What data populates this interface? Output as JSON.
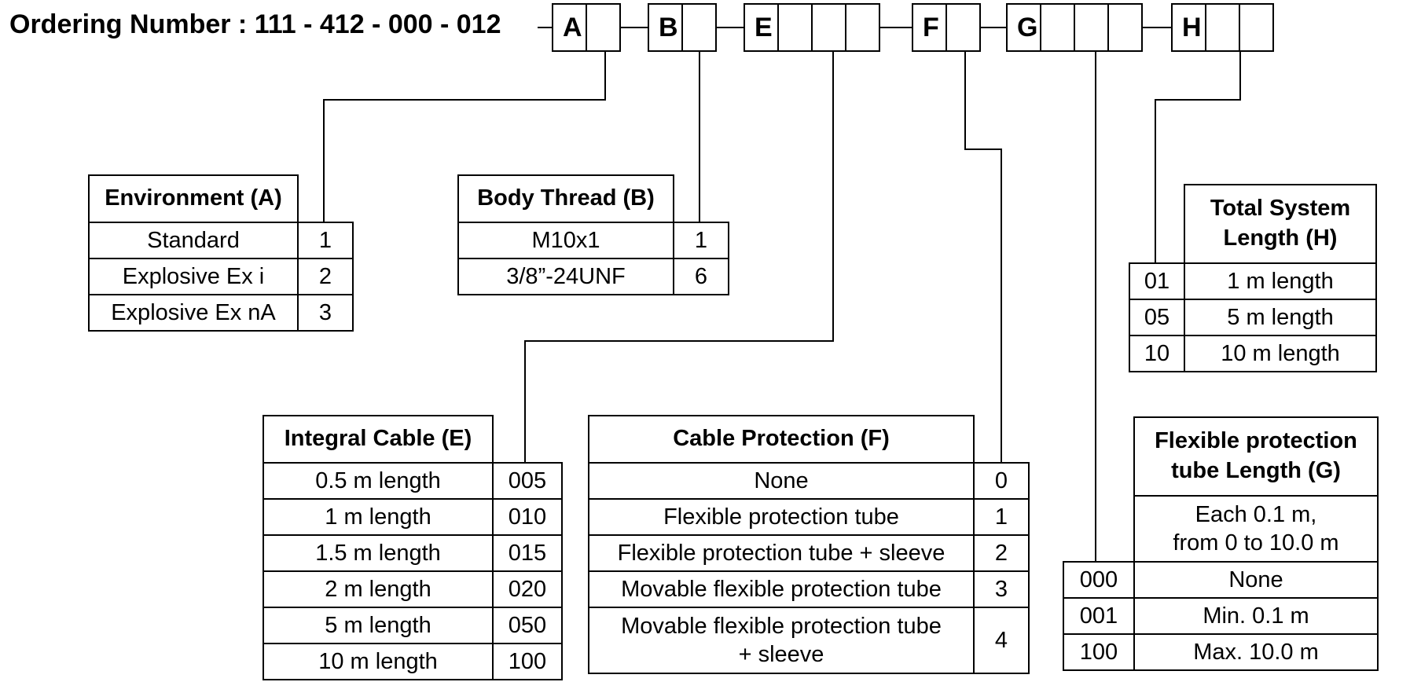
{
  "ordering": {
    "prefix": "Ordering Number :  111 - 412 - 000 - 012",
    "letters": [
      "A",
      "B",
      "E",
      "F",
      "G",
      "H"
    ]
  },
  "env": {
    "title": "Environment (A)",
    "rows": [
      [
        "Standard",
        "1"
      ],
      [
        "Explosive Ex i",
        "2"
      ],
      [
        "Explosive Ex nA",
        "3"
      ]
    ]
  },
  "thread": {
    "title": "Body Thread (B)",
    "rows": [
      [
        "M10x1",
        "1"
      ],
      [
        "3/8”-24UNF",
        "6"
      ]
    ]
  },
  "total": {
    "title": "Total System\nLength (H)",
    "rows": [
      [
        "01",
        "1 m length"
      ],
      [
        "05",
        "5 m length"
      ],
      [
        "10",
        "10 m length"
      ]
    ]
  },
  "cable": {
    "title": "Integral Cable (E)",
    "rows": [
      [
        "0.5 m length",
        "005"
      ],
      [
        "1 m length",
        "010"
      ],
      [
        "1.5 m length",
        "015"
      ],
      [
        "2 m length",
        "020"
      ],
      [
        "5 m length",
        "050"
      ],
      [
        "10 m length",
        "100"
      ]
    ]
  },
  "protect": {
    "title": "Cable Protection (F)",
    "rows": [
      [
        "None",
        "0"
      ],
      [
        "Flexible protection tube",
        "1"
      ],
      [
        "Flexible protection tube + sleeve",
        "2"
      ],
      [
        "Movable flexible protection tube",
        "3"
      ],
      [
        "Movable flexible protection tube\n+ sleeve",
        "4"
      ]
    ]
  },
  "flex": {
    "title": "Flexible protection\ntube Length (G)",
    "note": "Each 0.1 m,\nfrom 0 to 10.0 m",
    "rows": [
      [
        "000",
        "None"
      ],
      [
        "001",
        "Min. 0.1 m"
      ],
      [
        "100",
        "Max. 10.0 m"
      ]
    ]
  }
}
